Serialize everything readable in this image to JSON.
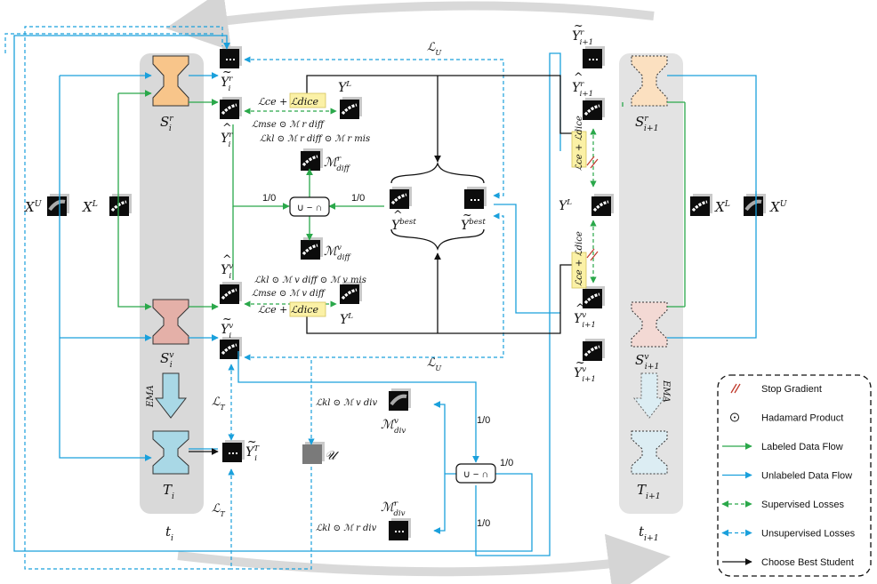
{
  "colors": {
    "labeled": "#2aa84a",
    "unlabeled": "#1aa0dc",
    "black": "#111111",
    "stop_gradient": "#c0392b",
    "dice_highlight": "#fbf1a6",
    "student_r": "#f8c58a",
    "student_v": "#e4b0a8",
    "teacher": "#a9d8e6",
    "panel": "#d9d9d9"
  },
  "left": {
    "t_label": "t",
    "t_sub": "i",
    "S_r": "S",
    "S_r_sup": "r",
    "S_r_sub": "i",
    "S_v": "S",
    "S_v_sup": "v",
    "S_v_sub": "i",
    "T": "T",
    "T_sub": "i",
    "ema": "EMA",
    "XU": "X",
    "XU_sup": "U",
    "XL": "X",
    "XL_sup": "L"
  },
  "right": {
    "t_label": "t",
    "t_sub": "i+1",
    "S_r": "S",
    "S_r_sup": "r",
    "S_r_sub": "i+1",
    "S_v": "S",
    "S_v_sup": "v",
    "S_v_sub": "i+1",
    "T": "T",
    "T_sub": "i+1",
    "ema": "EMA",
    "XU": "X",
    "XU_sup": "U",
    "XL": "X",
    "XL_sup": "L",
    "Y_tilde_r": "Y",
    "Y_tilde_r_sup": "r",
    "Y_tilde_r_sub": "i+1",
    "Y_hat_r": "Y",
    "Y_hat_r_sup": "r",
    "Y_hat_r_sub": "i+1",
    "Y_hat_v": "Y",
    "Y_hat_v_sup": "v",
    "Y_hat_v_sub": "i+1",
    "Y_tilde_v": "Y",
    "Y_tilde_v_sup": "v",
    "Y_tilde_v_sub": "i+1",
    "YL": "Y",
    "YL_sup": "L"
  },
  "center": {
    "LU": "ℒ",
    "LU_sub": "U",
    "LT": "ℒ",
    "LT_sub": "T",
    "Y_tilde_r": "Y",
    "Y_tilde_r_sup": "r",
    "Y_tilde_r_sub": "i",
    "Y_hat_r": "Y",
    "Y_hat_r_sup": "r",
    "Y_hat_r_sub": "i",
    "Y_hat_v": "Y",
    "Y_hat_v_sup": "v",
    "Y_hat_v_sub": "i",
    "Y_tilde_v": "Y",
    "Y_tilde_v_sup": "v",
    "Y_tilde_v_sub": "i",
    "Y_tilde_T": "Y",
    "Y_tilde_T_sup": "T",
    "Y_tilde_T_sub": "i",
    "YL": "Y",
    "YL_sup": "L",
    "Y_hat_best": "Y",
    "Y_hat_best_sup": "best",
    "Y_tilde_best": "Y",
    "Y_tilde_best_sup": "best",
    "M_diff_r": "ℳ",
    "M_diff_r_sup": "r",
    "M_diff_r_sub": "diff",
    "M_diff_v": "ℳ",
    "M_diff_v_sup": "v",
    "M_diff_v_sub": "diff",
    "M_div_v": "ℳ",
    "M_div_v_sup": "v",
    "M_div_v_sub": "div",
    "M_div_r": "ℳ",
    "M_div_r_sup": "r",
    "M_div_r_sub": "div",
    "U_set": "𝒰",
    "union_minus_intersection": "∪ − ∩",
    "one_zero": "1/0",
    "loss_ce_dice_top": "ℒce + ℒdice",
    "loss_mse_top": "ℒmse ⊙ ℳ r diff",
    "loss_kl_top": "ℒkl ⊙ ℳ r diff ⊙ ℳ r mis",
    "loss_kl_bottom": "ℒkl ⊙ ℳ v diff ⊙ ℳ v mis",
    "loss_mse_bottom": "ℒmse ⊙ ℳ v diff",
    "loss_ce_dice_bottom": "ℒce + ℒdice",
    "loss_kl_div_v": "ℒkl ⊙ ℳ v div",
    "loss_kl_div_r": "ℒkl ⊙ ℳ r div"
  },
  "legend": {
    "items": [
      {
        "label": "Stop Gradient"
      },
      {
        "label": "Hadamard Product"
      },
      {
        "label": "Labeled Data Flow"
      },
      {
        "label": "Unlabeled Data Flow"
      },
      {
        "label": "Supervised Losses"
      },
      {
        "label": "Unsupervised Losses"
      },
      {
        "label": "Choose Best Student"
      }
    ]
  }
}
